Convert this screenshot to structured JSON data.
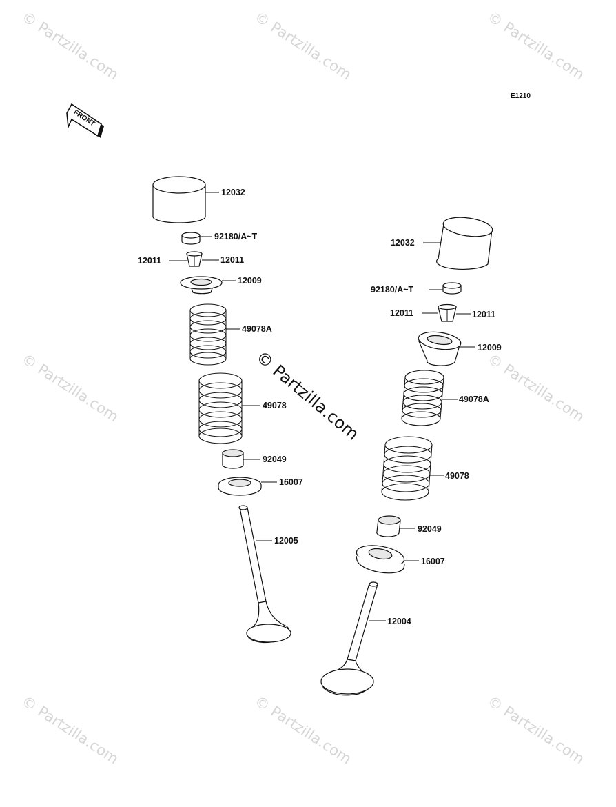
{
  "diagram_code": "E1210",
  "front_label": "FRONT",
  "watermark_text": "© Partzilla.com",
  "center_watermark_text": "© Partzilla.com",
  "left_valve": {
    "tappet": "12032",
    "shim": "92180/A~T",
    "keeper_left": "12011",
    "keeper_right": "12011",
    "retainer": "12009",
    "inner_spring": "49078A",
    "outer_spring": "49078",
    "stem_seal": "92049",
    "spring_seat": "16007",
    "valve": "12005"
  },
  "right_valve": {
    "tappet": "12032",
    "shim": "92180/A~T",
    "keeper_left": "12011",
    "keeper_right": "12011",
    "retainer": "12009",
    "inner_spring": "49078A",
    "outer_spring": "49078",
    "stem_seal": "92049",
    "spring_seat": "16007",
    "valve": "12004"
  }
}
